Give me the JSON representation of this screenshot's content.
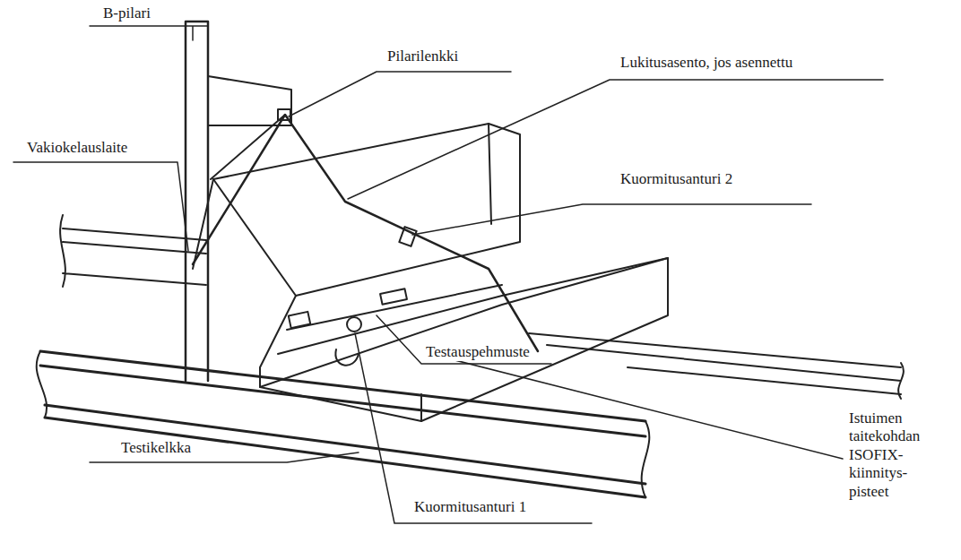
{
  "diagram": {
    "labels": [
      "B-pilari",
      "Pilarilenkki",
      "Lukitusasento, jos asennettu",
      "Vakiokelauslaite",
      "Kuormitusanturi 2",
      "Testauspehmuste",
      "Istuimen taitekohdan ISOFIX- kiinnitys- pisteet",
      "Testikelkka",
      "Kuormitusanturi 1"
    ]
  }
}
